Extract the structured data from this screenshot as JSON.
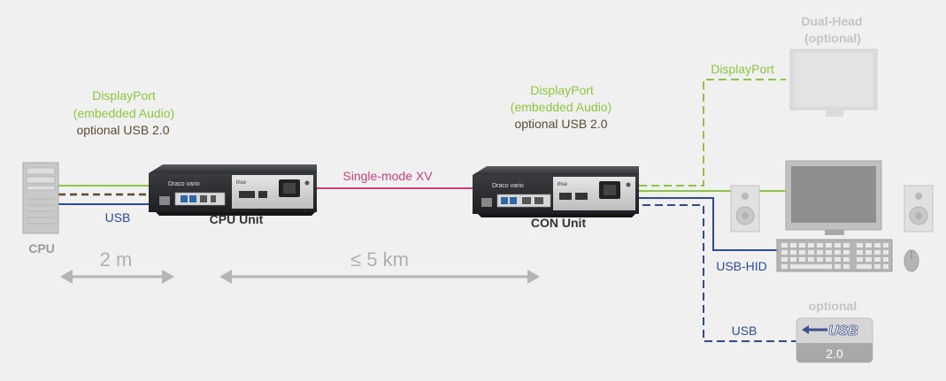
{
  "labels": {
    "dual_head_line1": "Dual-Head",
    "dual_head_line2": "(optional)",
    "displayport_top": "DisplayPort",
    "cpu_dp_line1": "DisplayPort",
    "cpu_dp_line2": "(embedded Audio)",
    "cpu_usb_optional": "optional USB 2.0",
    "con_dp_line1": "DisplayPort",
    "con_dp_line2": "(embedded Audio)",
    "con_usb_optional": "optional USB 2.0",
    "single_mode": "Single-mode XV",
    "usb_cpu": "USB",
    "cpu_unit": "CPU Unit",
    "con_unit": "CON Unit",
    "cpu": "CPU",
    "dist_2m": "2 m",
    "dist_5km": "≤ 5 km",
    "usb_hid": "USB-HID",
    "usb_bottom": "USB",
    "optional_bottom": "optional",
    "usb_logo": "USB",
    "usb_version": "2.0",
    "brand_draco": "Draco vario",
    "brand_ihse": "ihse"
  },
  "colors": {
    "background": "#f0f0f0",
    "displayport_green": "#8cc63f",
    "usb_blue": "#2e4a9a",
    "fiber_magenta": "#c8417a",
    "usb_optional_brown": "#5a4a32",
    "gray_text": "#9a9a9a",
    "device_gray": "#c8c8c8"
  }
}
